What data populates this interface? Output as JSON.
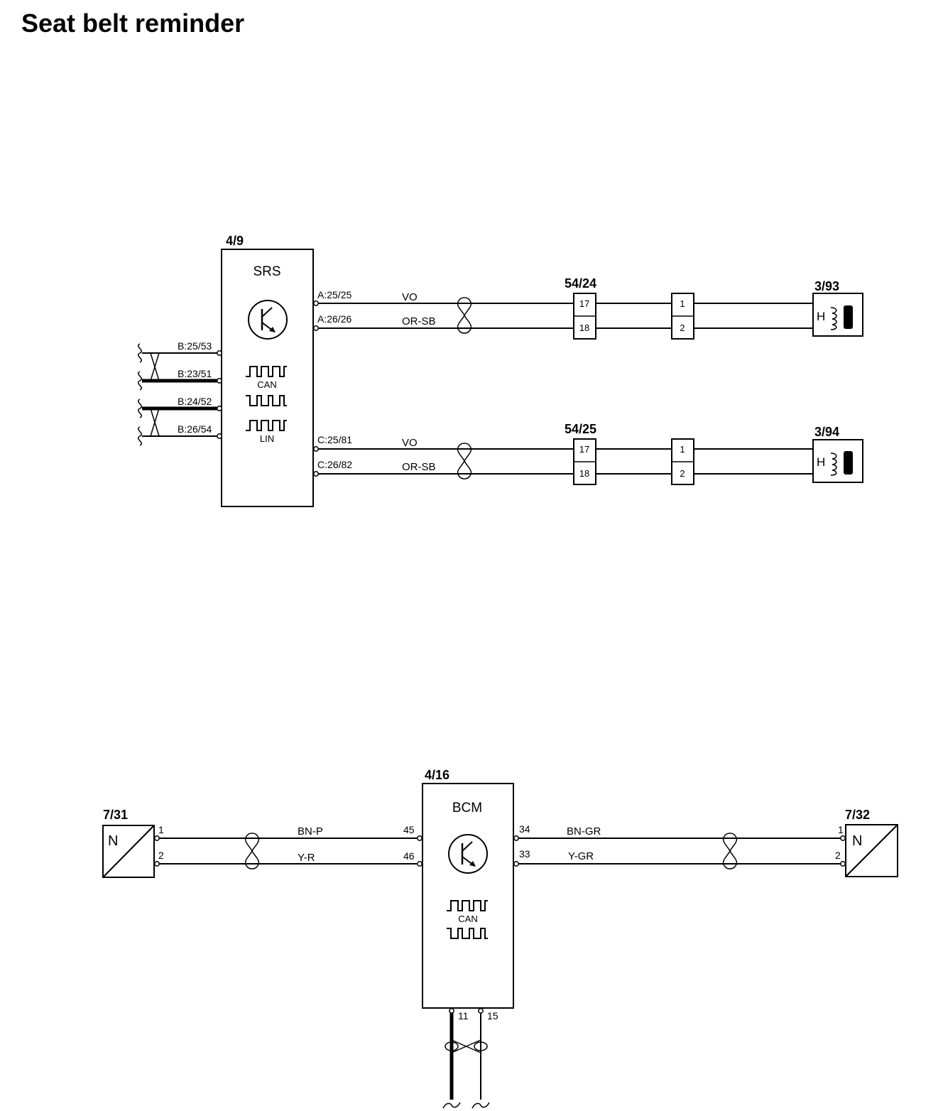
{
  "title": "Seat belt reminder",
  "srs": {
    "ref": "4/9",
    "name": "SRS",
    "signals": {
      "can": "CAN",
      "lin": "LIN"
    },
    "pins_right": [
      "A:25/25",
      "A:26/26",
      "C:25/81",
      "C:26/82"
    ],
    "pins_left": [
      "B:25/53",
      "B:23/51",
      "B:24/52",
      "B:26/54"
    ]
  },
  "circuit_upper": {
    "wires": [
      "VO",
      "OR-SB"
    ],
    "connector1": {
      "ref": "54/24",
      "pins": [
        "17",
        "18"
      ]
    },
    "connector2": {
      "pins": [
        "1",
        "2"
      ]
    },
    "component": {
      "ref": "3/93",
      "symbol": "H"
    }
  },
  "circuit_lower": {
    "wires": [
      "VO",
      "OR-SB"
    ],
    "connector1": {
      "ref": "54/25",
      "pins": [
        "17",
        "18"
      ]
    },
    "connector2": {
      "pins": [
        "1",
        "2"
      ]
    },
    "component": {
      "ref": "3/94",
      "symbol": "H"
    }
  },
  "bcm": {
    "ref": "4/16",
    "name": "BCM",
    "signals": {
      "can": "CAN"
    },
    "pins_left": [
      "45",
      "46"
    ],
    "pins_right": [
      "34",
      "33"
    ],
    "pins_bottom": [
      "11",
      "15"
    ]
  },
  "sensor_left": {
    "ref": "7/31",
    "symbol": "N",
    "pins": [
      "1",
      "2"
    ],
    "wires": [
      "BN-P",
      "Y-R"
    ]
  },
  "sensor_right": {
    "ref": "7/32",
    "symbol": "N",
    "pins": [
      "1",
      "2"
    ],
    "wires": [
      "BN-GR",
      "Y-GR"
    ]
  }
}
